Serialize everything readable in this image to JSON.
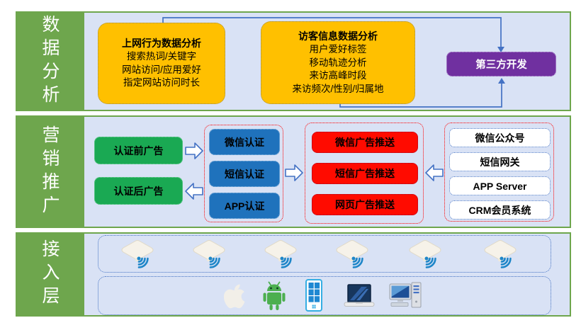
{
  "bands": [
    {
      "label": "数据分析"
    },
    {
      "label": "营销推广"
    },
    {
      "label": "接入层"
    }
  ],
  "data_analysis": {
    "behavior_box": {
      "title": "上网行为数据分析",
      "lines": [
        "搜索热词/关键字",
        "网站访问/应用爱好",
        "指定网站访问时长"
      ]
    },
    "visitor_box": {
      "title": "访客信息数据分析",
      "lines": [
        "用户爱好标签",
        "移动轨迹分析",
        "来访高峰时段",
        "来访频次/性别/归属地"
      ]
    },
    "third_party": "第三方开发"
  },
  "marketing": {
    "pre_auth_ad": "认证前广告",
    "post_auth_ad": "认证后广告",
    "auth_methods": [
      "微信认证",
      "短信认证",
      "APP认证"
    ],
    "push_channels": [
      "微信广告推送",
      "短信广告推送",
      "网页广告推送"
    ],
    "backends": [
      "微信公众号",
      "短信网关",
      "APP Server",
      "CRM会员系统"
    ]
  },
  "access": {
    "ap_count": 6,
    "icons": {
      "access_point": "wireless-ap-icon",
      "wifi": "wifi-signal-icon",
      "devices": [
        "apple-icon",
        "android-icon",
        "windows-phone-icon",
        "laptop-icon",
        "desktop-icon"
      ]
    }
  },
  "colors": {
    "band_green": "#6EA64D",
    "panel_blue": "#D9E2F5",
    "yellow": "#FFC000",
    "purple": "#7030A0",
    "green_box": "#1AA953",
    "blue_box": "#1F72BC",
    "red_box": "#FF0B00",
    "connector_blue": "#4472C4",
    "dotted_red": "#FF0000",
    "wifi_blue": "#1E86C8"
  }
}
